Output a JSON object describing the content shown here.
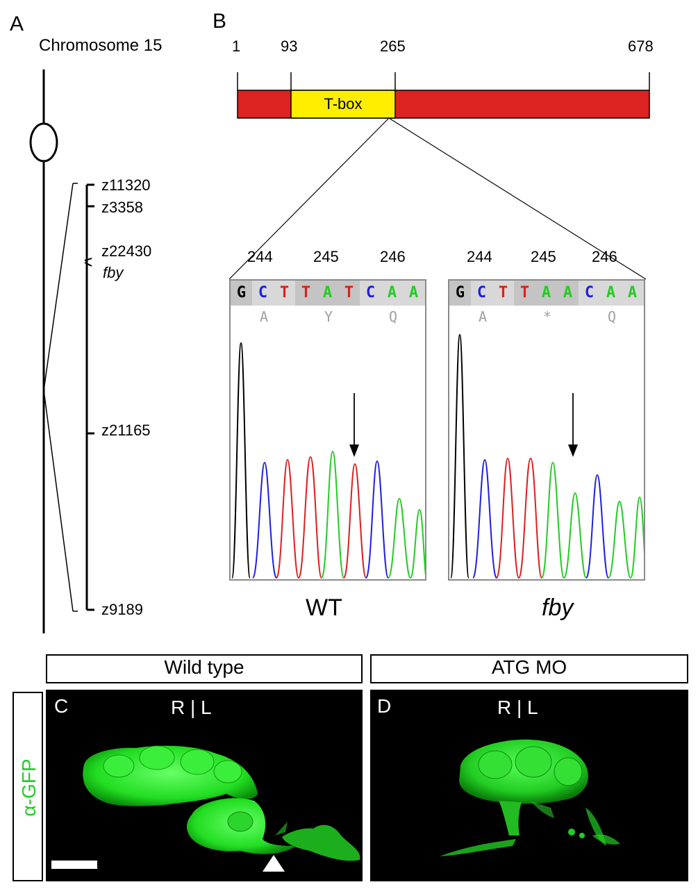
{
  "panels": {
    "a": "A",
    "b": "B",
    "c": "C",
    "d": "D"
  },
  "chromosome": {
    "title": "Chromosome 15",
    "markers": [
      "z11320",
      "z3358",
      "z22430",
      "fby",
      "z21165",
      "z9189"
    ]
  },
  "protein": {
    "positions": [
      "1",
      "93",
      "265",
      "678"
    ],
    "domain_label": "T-box",
    "colors": {
      "body": "#dd2222",
      "domain": "#ffee00"
    }
  },
  "traces": {
    "wt": {
      "label": "WT",
      "codons": [
        "244",
        "245",
        "246"
      ],
      "bases": [
        "G",
        "C",
        "T",
        "T",
        "A",
        "T",
        "C",
        "A",
        "A"
      ],
      "aa": [
        "A",
        "Y",
        "Q"
      ]
    },
    "fby": {
      "label": "fby",
      "codons": [
        "244",
        "245",
        "246"
      ],
      "bases": [
        "G",
        "C",
        "T",
        "T",
        "A",
        "A",
        "C",
        "A",
        "A"
      ],
      "aa": [
        "A",
        "*",
        "Q"
      ]
    },
    "colors": {
      "G": "#000000",
      "C": "#1f1fdd",
      "T": "#dd1f1f",
      "A": "#22cc22"
    }
  },
  "micrographs": {
    "left_header": "Wild type",
    "right_header": "ATG MO",
    "orientation": "R | L",
    "stain_label": "α-GFP"
  }
}
